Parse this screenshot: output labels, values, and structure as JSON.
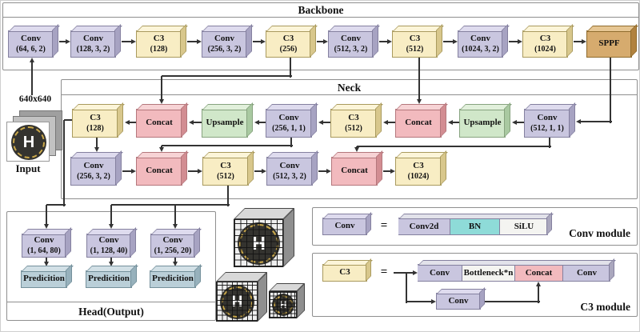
{
  "sections": {
    "backbone_title": "Backbone",
    "neck_title": "Neck",
    "head_title": "Head(Output)"
  },
  "input": {
    "size_label": "640x640",
    "label": "Input",
    "helipad_letter": "H"
  },
  "backbone": {
    "nodes": [
      {
        "kind": "conv",
        "label": "Conv",
        "params": "(64, 6, 2)"
      },
      {
        "kind": "conv",
        "label": "Conv",
        "params": "(128, 3, 2)"
      },
      {
        "kind": "c3",
        "label": "C3",
        "params": "(128)"
      },
      {
        "kind": "conv",
        "label": "Conv",
        "params": "(256, 3, 2)"
      },
      {
        "kind": "c3",
        "label": "C3",
        "params": "(256)"
      },
      {
        "kind": "conv",
        "label": "Conv",
        "params": "(512, 3, 2)"
      },
      {
        "kind": "c3",
        "label": "C3",
        "params": "(512)"
      },
      {
        "kind": "conv",
        "label": "Conv",
        "params": "(1024, 3, 2)"
      },
      {
        "kind": "c3",
        "label": "C3",
        "params": "(1024)"
      },
      {
        "kind": "sppf",
        "label": "SPPF",
        "params": ""
      }
    ]
  },
  "neck": {
    "row1": [
      {
        "kind": "c3",
        "label": "C3",
        "params": "(128)"
      },
      {
        "kind": "concat",
        "label": "Concat",
        "params": ""
      },
      {
        "kind": "upsample",
        "label": "Upsample",
        "params": ""
      },
      {
        "kind": "conv",
        "label": "Conv",
        "params": "(256, 1, 1)"
      },
      {
        "kind": "c3",
        "label": "C3",
        "params": "(512)"
      },
      {
        "kind": "concat",
        "label": "Concat",
        "params": ""
      },
      {
        "kind": "upsample",
        "label": "Upsample",
        "params": ""
      },
      {
        "kind": "conv",
        "label": "Conv",
        "params": "(512, 1, 1)"
      }
    ],
    "row2": [
      {
        "kind": "conv",
        "label": "Conv",
        "params": "(256, 3, 2)"
      },
      {
        "kind": "concat",
        "label": "Concat",
        "params": ""
      },
      {
        "kind": "c3",
        "label": "C3",
        "params": "(512)"
      },
      {
        "kind": "conv",
        "label": "Conv",
        "params": "(512, 3, 2)"
      },
      {
        "kind": "concat",
        "label": "Concat",
        "params": ""
      },
      {
        "kind": "c3",
        "label": "C3",
        "params": "(1024)"
      }
    ]
  },
  "head": {
    "columns": [
      {
        "conv_label": "Conv",
        "conv_params": "(1, 64, 80)",
        "prediction": "Predicition"
      },
      {
        "conv_label": "Conv",
        "conv_params": "(1, 128, 40)",
        "prediction": "Predicition"
      },
      {
        "conv_label": "Conv",
        "conv_params": "(1, 256, 20)",
        "prediction": "Predicition"
      }
    ]
  },
  "legends": {
    "conv_module": {
      "lhs": "Conv",
      "equals": "=",
      "segments": [
        "Conv2d",
        "BN",
        "SiLU"
      ],
      "caption": "Conv module"
    },
    "c3_module": {
      "lhs": "C3",
      "equals": "=",
      "segments": [
        "Conv",
        "Bottleneck*n",
        "Concat",
        "Conv"
      ],
      "branch_label": "Conv",
      "caption": "C3 module"
    }
  },
  "palette": {
    "conv": "#c9c6df",
    "c3": "#f8edc4",
    "concat": "#f2babe",
    "upsample": "#d0e7c9",
    "sppf": "#d6ab6e",
    "prediction": "#bacfd8",
    "bn": "#8edbd8",
    "silu": "#f4f4f1"
  }
}
